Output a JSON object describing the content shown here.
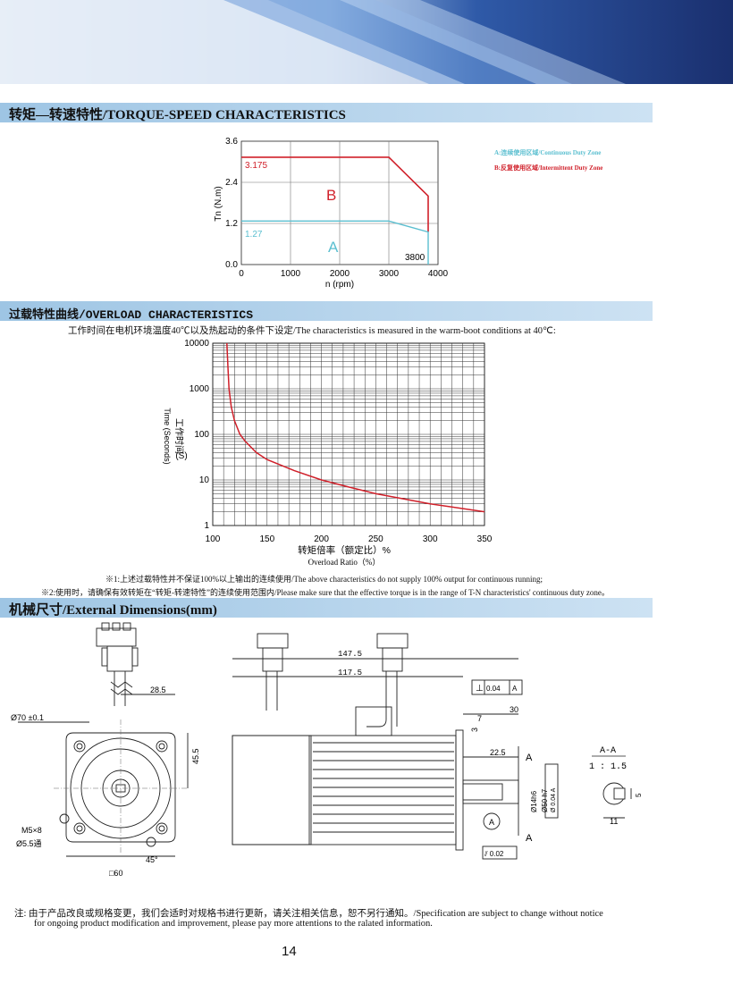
{
  "sections": {
    "torque_speed": "转矩—转速特性/TORQUE-SPEED CHARACTERISTICS",
    "overload": "过载特性曲线/OVERLOAD CHARACTERISTICS",
    "dimensions": "机械尺寸/External Dimensions(mm)"
  },
  "torque_chart": {
    "ylabel": "Tn (N.m)",
    "xlabel": "n (rpm)",
    "ytick_labels": [
      "3.6",
      "2.4",
      "1.2",
      "0.0"
    ],
    "xtick_labels": [
      "0",
      "1000",
      "2000",
      "3000",
      "4000"
    ],
    "label_3175": "3.175",
    "label_127": "1.27",
    "label_3800": "3800",
    "zone_b": "B",
    "zone_a": "A",
    "legend_a": "A:连续使用区域/Continuous Duty Zone",
    "legend_b": "B:反复使用区域/Intermittent Duty Zone",
    "colors": {
      "continuous": "#5bbfd0",
      "intermittent": "#d0202a"
    }
  },
  "chart_data": [
    {
      "type": "line",
      "xlabel": "n (rpm)",
      "ylabel": "Tn (N.m)",
      "xlim": [
        0,
        4000
      ],
      "ylim": [
        0,
        3.6
      ],
      "series": [
        {
          "name": "B:反复使用区域/Intermittent Duty Zone",
          "x": [
            0,
            3000,
            3800,
            3800
          ],
          "y": [
            3.175,
            3.175,
            2.0,
            0.95
          ]
        },
        {
          "name": "A:连续使用区域/Continuous Duty Zone",
          "x": [
            0,
            3000,
            3800,
            3800
          ],
          "y": [
            1.27,
            1.27,
            0.95,
            0
          ]
        }
      ]
    },
    {
      "type": "line",
      "xlabel": "转矩倍率（额定比）% Overload Ratio（%）",
      "ylabel": "工作时间 Time (Seconds) (S)",
      "xlim": [
        100,
        350
      ],
      "ylim": [
        1,
        10000
      ],
      "yscale": "log",
      "series": [
        {
          "x": [
            113,
            114,
            115,
            117,
            120,
            125,
            130,
            140,
            150,
            175,
            200,
            225,
            250,
            300,
            350
          ],
          "y": [
            10000,
            3000,
            1000,
            400,
            200,
            100,
            70,
            40,
            28,
            16,
            10,
            7,
            5,
            3,
            2
          ]
        }
      ]
    }
  ],
  "overload_chart": {
    "intro": "工作时间在电机环境温度40℃以及热起动的条件下设定/The characteristics is measured in the warm-boot conditions at 40℃:",
    "ytick_labels": [
      "10000",
      "1000",
      "100",
      "10",
      "1"
    ],
    "xtick_labels": [
      "100",
      "150",
      "200",
      "250",
      "300",
      "350"
    ],
    "ylabel_cn": "工作时间",
    "ylabel_en": "Time (Seconds)",
    "ylabel_unit": "(S)",
    "xlabel_cn": "转矩倍率（额定比）%",
    "xlabel_en": "Overload Ratio（%）",
    "note1": "※1:上述过载特性并不保证100%以上输出的连续使用/The above characteristics do not supply 100% output for continuous running;",
    "note2": "※2:使用时，请确保有效转矩在“转矩-转速特性”的连续使用范围内/Please make sure that the effective torque is in the range of T-N characteristics' continuous duty zone。"
  },
  "dimensions": {
    "d_285": "28.5",
    "d_phi70": "Ø70 ±0.1",
    "d_455": "45.5",
    "d_m5": "M5×8",
    "d_phi55": "Ø5.5通",
    "d_sq60": "□60",
    "d_45": "45°",
    "d_1475": "147.5",
    "d_1175": "117.5",
    "d_perp": "⊥",
    "d_004": "0.04",
    "d_a": "A",
    "d_30": "30",
    "d_7": "7",
    "d_3": "3",
    "d_225": "22.5",
    "d_shaft": "Ø14h6",
    "d_pilot": "Ø50 h7",
    "d_runout": "Ø 0.04 A",
    "d_flat": "⫽ 0.02",
    "d_aa": "A-A",
    "d_scale": "1 : 1.5",
    "d_11": "11",
    "d_5": "5"
  },
  "footer": {
    "note_line1": "注:  由于产品改良或规格变更，我们会适时对规格书进行更新，请关注相关信息，恕不另行通知。/Specification are subject to change without notice",
    "note_line2": "for ongoing product modification and improvement, please pay more attentions to the ralated information.",
    "page_number": "14"
  }
}
